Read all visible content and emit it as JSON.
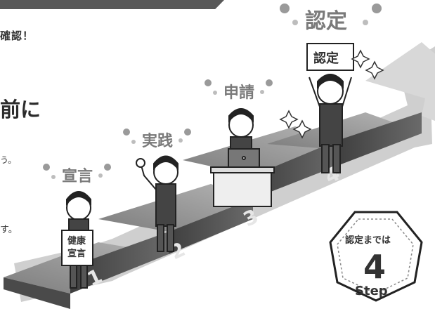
{
  "left_text": {
    "top_fragment": "確認！",
    "heading_fragment": "前に",
    "line_fragment_1": "う。",
    "line_fragment_2": "す。"
  },
  "steps": [
    {
      "label": "宣言",
      "number": "1",
      "sign": [
        "健康",
        "宣言"
      ]
    },
    {
      "label": "実践",
      "number": "2"
    },
    {
      "label": "申請",
      "number": "3"
    },
    {
      "label": "認定",
      "number": "4",
      "sign": [
        "認定"
      ]
    }
  ],
  "badge": {
    "caption": "認定までは",
    "number": "4",
    "unit": "Step"
  },
  "colors": {
    "arrow_dark": "#5a5a5a",
    "arrow_mid": "#8a8a8a",
    "arrow_light": "#c4c4c4",
    "label_gray": "#7a7a7a",
    "dot": "#9a9a9a"
  }
}
